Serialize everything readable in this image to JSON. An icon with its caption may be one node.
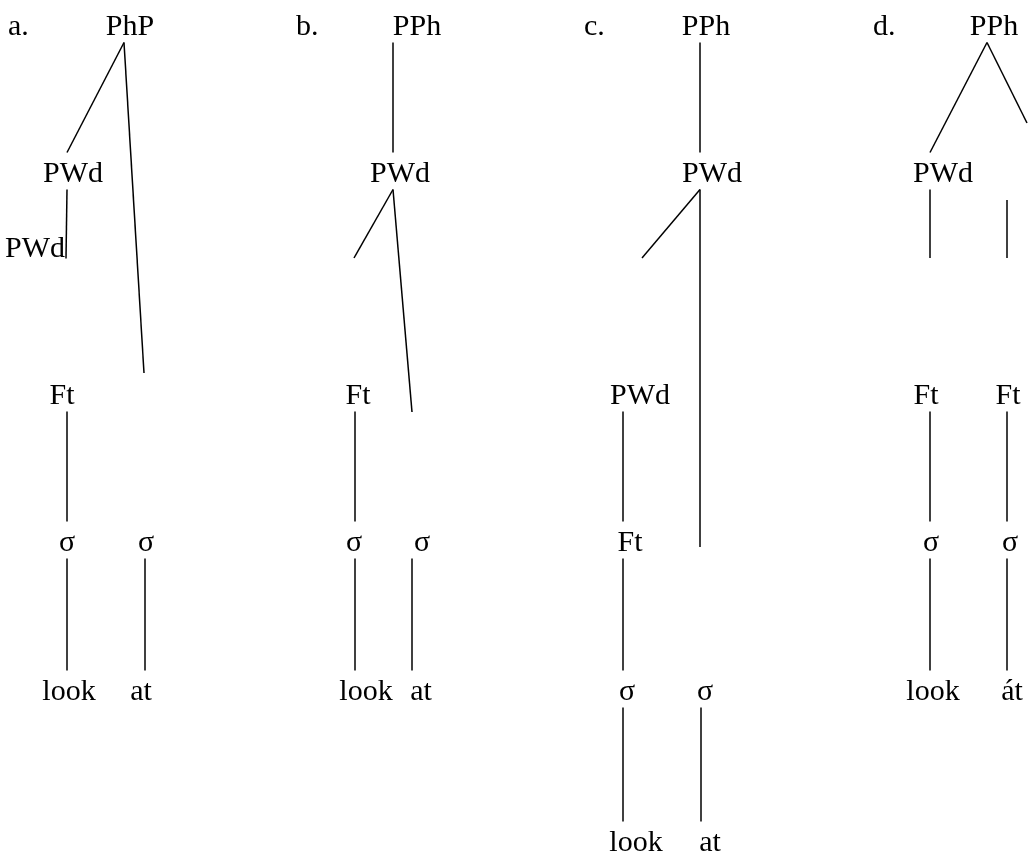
{
  "diagram": {
    "nodes": [
      {
        "text": [
          "PhP"
        ]
      },
      {
        "text": [
          "PWd"
        ]
      },
      {
        "text": [
          "PWd"
        ]
      },
      {
        "text": [
          "Ft"
        ]
      },
      {
        "text": [
          "σ"
        ]
      },
      {
        "text": [
          "σ"
        ]
      },
      {
        "text": [
          "look"
        ]
      },
      {
        "text": [
          "at"
        ]
      },
      {
        "text": [
          "PPh"
        ]
      },
      {
        "text": [
          "PWd"
        ]
      },
      {
        "text": [
          "Ft"
        ]
      },
      {
        "text": [
          "σ"
        ]
      },
      {
        "text": [
          "σ"
        ]
      },
      {
        "text": [
          "look"
        ]
      },
      {
        "text": [
          "at"
        ]
      },
      {
        "text": [
          "PPh"
        ]
      },
      {
        "text": [
          "PWd"
        ]
      },
      {
        "text": [
          "PWd"
        ]
      },
      {
        "text": [
          "Ft"
        ]
      },
      {
        "text": [
          "σ"
        ]
      },
      {
        "text": [
          "σ"
        ]
      },
      {
        "text": [
          "look"
        ]
      },
      {
        "text": [
          "at"
        ]
      },
      {
        "text": [
          "PPh"
        ]
      },
      {
        "text": [
          "PWd"
        ]
      },
      {
        "text": [
          "Ft"
        ]
      },
      {
        "text": [
          "Ft"
        ]
      },
      {
        "text": [
          "σ"
        ]
      },
      {
        "text": [
          "σ"
        ]
      },
      {
        "text": [
          "look"
        ]
      },
      {
        "text": [
          "át"
        ]
      }
    ],
    "edges": [
      {
        "from": 0,
        "to": 1,
        "arrow": "none"
      },
      {
        "from": 0,
        "to": null,
        "arrow": "none"
      },
      {
        "from": 1,
        "to": 2,
        "arrow": "none"
      },
      {
        "from": 3,
        "to": 4,
        "arrow": "none"
      },
      {
        "from": 4,
        "to": 6,
        "arrow": "none"
      },
      {
        "from": 5,
        "to": 7,
        "arrow": "none"
      },
      {
        "from": 8,
        "to": 9,
        "arrow": "none"
      },
      {
        "from": 9,
        "to": null,
        "arrow": "none"
      },
      {
        "from": 9,
        "to": null,
        "arrow": "none"
      },
      {
        "from": 10,
        "to": 11,
        "arrow": "none"
      },
      {
        "from": 11,
        "to": 13,
        "arrow": "none"
      },
      {
        "from": 12,
        "to": 14,
        "arrow": "none"
      },
      {
        "from": 15,
        "to": 16,
        "arrow": "none"
      },
      {
        "from": 16,
        "to": null,
        "arrow": "none"
      },
      {
        "from": 16,
        "to": null,
        "arrow": "none"
      },
      {
        "from": 17,
        "to": 18,
        "arrow": "none"
      },
      {
        "from": 18,
        "to": 19,
        "arrow": "none"
      },
      {
        "from": 19,
        "to": 21,
        "arrow": "none"
      },
      {
        "from": 20,
        "to": 22,
        "arrow": "none"
      },
      {
        "from": 23,
        "to": 24,
        "arrow": "none"
      },
      {
        "from": 23,
        "to": null,
        "arrow": "none"
      },
      {
        "from": 24,
        "to": null,
        "arrow": "none"
      },
      {
        "from": 25,
        "to": 27,
        "arrow": "none"
      },
      {
        "from": 26,
        "to": 28,
        "arrow": "none"
      },
      {
        "from": 27,
        "to": 29,
        "arrow": "none"
      },
      {
        "from": 28,
        "to": 30,
        "arrow": "none"
      }
    ],
    "labels": [
      "a.",
      "b.",
      "c.",
      "d."
    ]
  }
}
